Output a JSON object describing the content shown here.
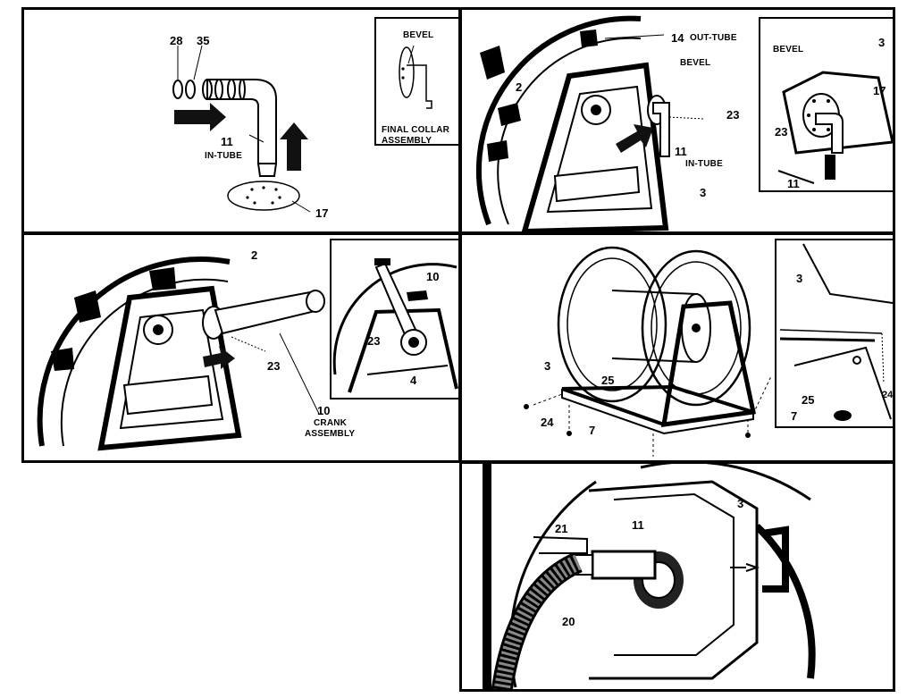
{
  "panels": {
    "p1": {
      "labels": {
        "l28": "28",
        "l35": "35",
        "l11": "11",
        "intube": "IN-TUBE",
        "l17": "17",
        "bevel": "BEVEL",
        "final1": "FINAL COLLAR",
        "final2": "ASSEMBLY"
      }
    },
    "p2": {
      "labels": {
        "l14": "14",
        "outtube": "OUT-TUBE",
        "l2": "2",
        "bevel": "BEVEL",
        "l23": "23",
        "l11": "11",
        "intube": "IN-TUBE",
        "l3": "3",
        "in_bevel": "BEVEL",
        "in_3": "3",
        "in_17": "17",
        "in_23": "23",
        "in_11": "11"
      }
    },
    "p3": {
      "labels": {
        "l2": "2",
        "l23": "23",
        "l10": "10",
        "crank1": "CRANK",
        "crank2": "ASSEMBLY",
        "in_10": "10",
        "in_23": "23",
        "in_4": "4"
      }
    },
    "p4": {
      "labels": {
        "l3": "3",
        "l25": "25",
        "l24": "24",
        "l7": "7",
        "in_3": "3",
        "in_25": "25",
        "in_7": "7",
        "in_24": "24"
      }
    },
    "p5": {
      "labels": {
        "l3": "3",
        "l21": "21",
        "l11": "11",
        "l20": "20"
      }
    }
  }
}
